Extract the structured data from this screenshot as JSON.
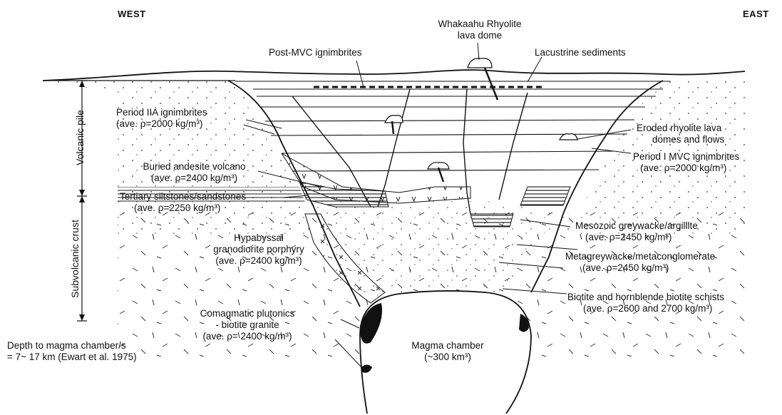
{
  "directions": {
    "west": "WEST",
    "east": "EAST"
  },
  "axis": {
    "volcanic_pile": "Volcanic pile",
    "subvolcanic_crust": "Subvolcanic crust"
  },
  "labels": {
    "whakaahu_1": "Whakaahu Rhyolite",
    "whakaahu_2": "lava dome",
    "post_mvc": "Post-MVC ignimbrites",
    "lacustrine": "Lacustrine sediments",
    "period_iia_1": "Period IIA ignimbrites",
    "period_iia_2": "(ave. ρ=2000 kg/m³)",
    "eroded_1": "Eroded rhyolite lava",
    "eroded_2": "domes and flows",
    "period_i_1": "Period I MVC  ignimbrites",
    "period_i_2": "(ave. ρ=2000 kg/m³)",
    "andesite_1": "Buried andesite volcano",
    "andesite_2": "(ave. ρ=2400 kg/m³)",
    "tertiary_1": "Tertiary siltstones/sandstones",
    "tertiary_2": "(ave. ρ=2250 kg/m³)",
    "mesozoic_1": "Mesozoic greywacke/argillite",
    "mesozoic_2": "(ave. ρ=2450 kg/m³)",
    "hypabyssal_1": "Hypabyssal",
    "hypabyssal_2": "granodiorite porphyry",
    "hypabyssal_3": "(ave. ρ=2400 kg/m³)",
    "metagrey_1": "Metagreywacke/metaconglomerate",
    "metagrey_2": "(ave. ρ=2450 kg/m³)",
    "biotite_1": "Biotite and hornblende biotite schists",
    "biotite_2": "(ave. ρ=2600 and 2700 kg/m³)",
    "comag_1": "Comagmatic plutonics",
    "comag_2": "- biotite granite",
    "comag_3": "(ave. ρ= 2400 kg/m³)",
    "magma_1": "Magma chamber",
    "magma_2": "(~300 km³)",
    "depth_1": "Depth to magma chamber/s",
    "depth_2": "= 7~ 17 km (Ewart et al. 1975)"
  },
  "colors": {
    "ink": "#111111",
    "background": "#ffffff"
  }
}
